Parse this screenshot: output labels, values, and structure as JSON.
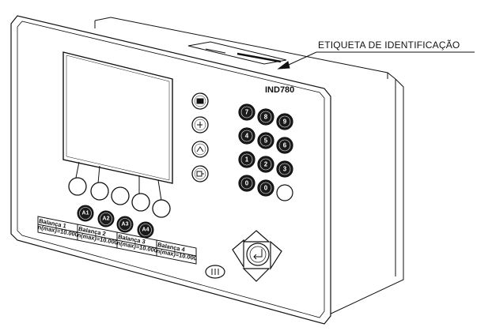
{
  "callout": {
    "label": "ETIQUETA DE IDENTIFICAÇÃO"
  },
  "model": "IND780",
  "scale_labels": [
    {
      "name": "Balança 1",
      "capacity": "n(max)=10.000"
    },
    {
      "name": "Balança 2",
      "capacity": "n(max)=10.000"
    },
    {
      "name": "Balança 3",
      "capacity": "n(max)=10.000"
    },
    {
      "name": "Balança 4",
      "capacity": "n(max)=10.000"
    }
  ],
  "application_keys": [
    "A1",
    "A2",
    "A3",
    "A4"
  ],
  "numeric_keys": [
    "7",
    "8",
    "9",
    "4",
    "5",
    "6",
    "1",
    "2",
    "3",
    "0",
    "0",
    "."
  ],
  "icons": {
    "function_keys": [
      "scale-icon",
      "tare-icon",
      "zero-icon",
      "print-icon"
    ],
    "softkeys": [
      "softkey-icon"
    ],
    "navigation": [
      "arrow-up-icon",
      "arrow-down-icon",
      "arrow-left-icon",
      "arrow-right-icon",
      "enter-icon"
    ],
    "power": "power-icon"
  },
  "colors": {
    "line": "#111111",
    "key_fill": "#1a1a1a",
    "background": "#ffffff"
  }
}
